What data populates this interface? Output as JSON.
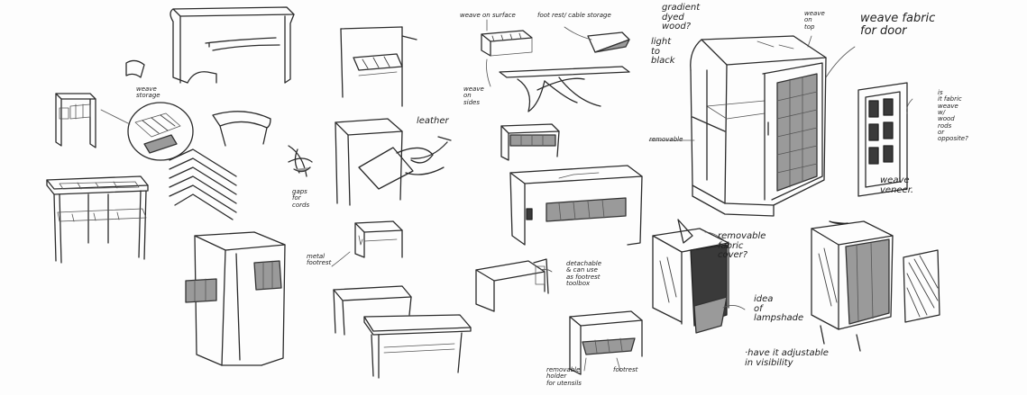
{
  "annotations": {
    "weave_storage": "weave\nstorage",
    "gaps_for_cords": "gaps\nfor\ncords",
    "leather": "leather",
    "metal_footrest": "metal\nfootrest",
    "weave_on_surface": "weave on surface",
    "foot_rest_cable_storage": "foot rest/ cable storage",
    "weave_on_sides": "weave\non\nsides",
    "detachable_can_use_as_footrest": "detachable\n& can use\nas footrest\ntoolbox",
    "removable_holder_for_utensils": "removable\nholder\nfor utensils",
    "footrest": "footrest",
    "gradient_dyed_wood": "gradient\ndyed\nwood?",
    "light_to_black": "light\nto\nblack",
    "weave_on_top": "weave\non\ntop",
    "weave_fabric_for_door": "weave fabric\nfor door",
    "removable": "removable",
    "is_it_fabric_weave": "is\nit fabric\nweave\nw/\nwood\nrods\nor\nopposite?",
    "weave_veneer": "weave\nveneer.",
    "removable_fabric_cover": "removable\nfabric\ncover?",
    "idea_of_lampshade": "idea\nof\nlampshade",
    "adjustable_visibility": "·have it adjustable\nin visibility"
  }
}
